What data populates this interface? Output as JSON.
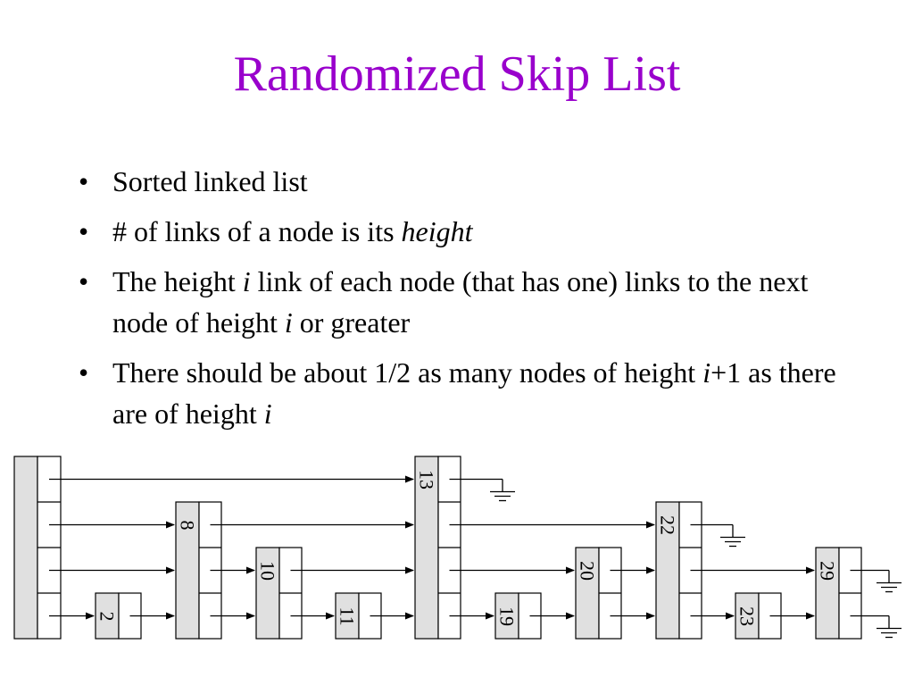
{
  "slide": {
    "title": "Randomized Skip List",
    "bullets": [
      {
        "parts": [
          {
            "text": "Sorted linked list",
            "italic": false
          }
        ]
      },
      {
        "parts": [
          {
            "text": "# of links of a node is its ",
            "italic": false
          },
          {
            "text": "height",
            "italic": true
          }
        ]
      },
      {
        "parts": [
          {
            "text": "The height ",
            "italic": false
          },
          {
            "text": "i",
            "italic": true
          },
          {
            "text": " link of each node (that has one) links to the next node of height ",
            "italic": false
          },
          {
            "text": "i",
            "italic": true
          },
          {
            "text": " or greater",
            "italic": false
          }
        ]
      },
      {
        "parts": [
          {
            "text": "There should be about 1/2 as many nodes of height ",
            "italic": false
          },
          {
            "text": "i",
            "italic": true
          },
          {
            "text": "+1 as there are of height ",
            "italic": false
          },
          {
            "text": "i",
            "italic": true
          }
        ]
      }
    ]
  },
  "skip_list": {
    "header_height": 4,
    "nodes": [
      {
        "key": "2",
        "height": 1
      },
      {
        "key": "8",
        "height": 3
      },
      {
        "key": "10",
        "height": 2
      },
      {
        "key": "11",
        "height": 1
      },
      {
        "key": "13",
        "height": 4
      },
      {
        "key": "19",
        "height": 1
      },
      {
        "key": "20",
        "height": 2
      },
      {
        "key": "22",
        "height": 3
      },
      {
        "key": "23",
        "height": 1
      },
      {
        "key": "29",
        "height": 2
      }
    ],
    "colors": {
      "node_fill": "#e0e0e0",
      "stroke": "#000000"
    }
  }
}
